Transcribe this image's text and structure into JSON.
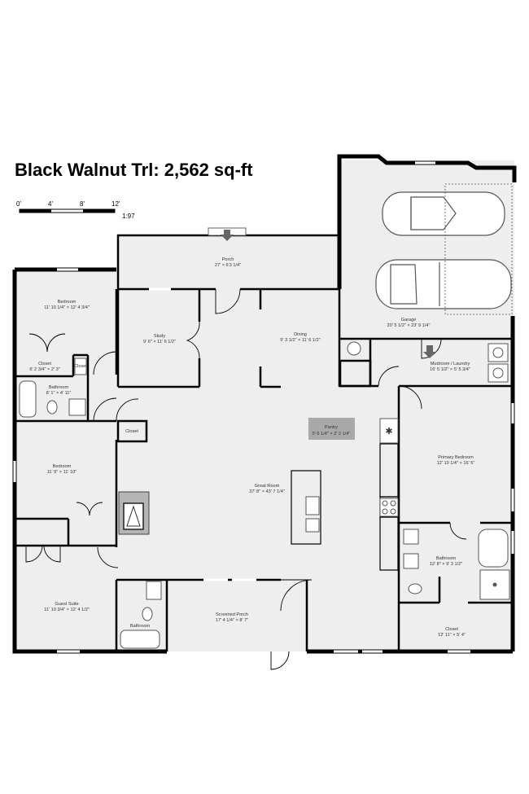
{
  "title": "Black Walnut Trl:  2,562 sq-ft",
  "scale": {
    "ticks": [
      "0'",
      "4'",
      "8'",
      "12'"
    ],
    "ratio": "1:97"
  },
  "rooms": {
    "porch": {
      "name": "Porch",
      "dims": "27' × 6'3 1/4\""
    },
    "bedroom1": {
      "name": "Bedroom",
      "dims": "11' 10 1/4\" × 12' 4 3/4\""
    },
    "study": {
      "name": "Study",
      "dims": "9' 6\" × 11' 6 1/2\""
    },
    "dining": {
      "name": "Dining",
      "dims": "9' 3 1/2\" × 11' 6 1/2\""
    },
    "garage": {
      "name": "Garage",
      "dims": "20' 5 1/2\" × 23' 9 1/4\""
    },
    "mudroom": {
      "name": "Mudroom / Laundry",
      "dims": "16' 5 1/2\" × 5' 5 3/4\""
    },
    "closet1": {
      "name": "Closet",
      "dims": "6' 2 3/4\" × 2' 3\""
    },
    "closet_small": {
      "name": "Closet"
    },
    "bathroom1": {
      "name": "Bathroom",
      "dims": "8' 1\" × 4' 11\""
    },
    "closet2": {
      "name": "Closet"
    },
    "pantry": {
      "name": "Pantry",
      "dims": "5' 6 1/4\" × 3' 2 1/4\""
    },
    "bedroom2": {
      "name": "Bedroom",
      "dims": "11' 9\" × 11' 10\""
    },
    "great_room": {
      "name": "Great Room",
      "dims": "37' 8\" × 43' 7 1/4\""
    },
    "primary_bedroom": {
      "name": "Primary Bedroom",
      "dims": "12' 10 1/4\" × 16' 5\""
    },
    "primary_bathroom": {
      "name": "Bathroom",
      "dims": "12' 8\" × 9' 3 1/2\""
    },
    "guest_suite": {
      "name": "Guest Suite",
      "dims": "11' 10 3/4\" × 12' 4 1/2\""
    },
    "screened_porch": {
      "name": "Screened Porch",
      "dims": "17' 4 1/4\" × 8' 7\""
    },
    "bathroom3": {
      "name": "Bathroom"
    },
    "closet3": {
      "name": "Closet",
      "dims": "12' 11\" × 5' 4\""
    }
  },
  "colors": {
    "floor": "#eeeeef",
    "wall": "#000000",
    "pantry": "#a9a9a9",
    "brick": "#b5b5b5",
    "fixture_stroke": "#555555"
  }
}
